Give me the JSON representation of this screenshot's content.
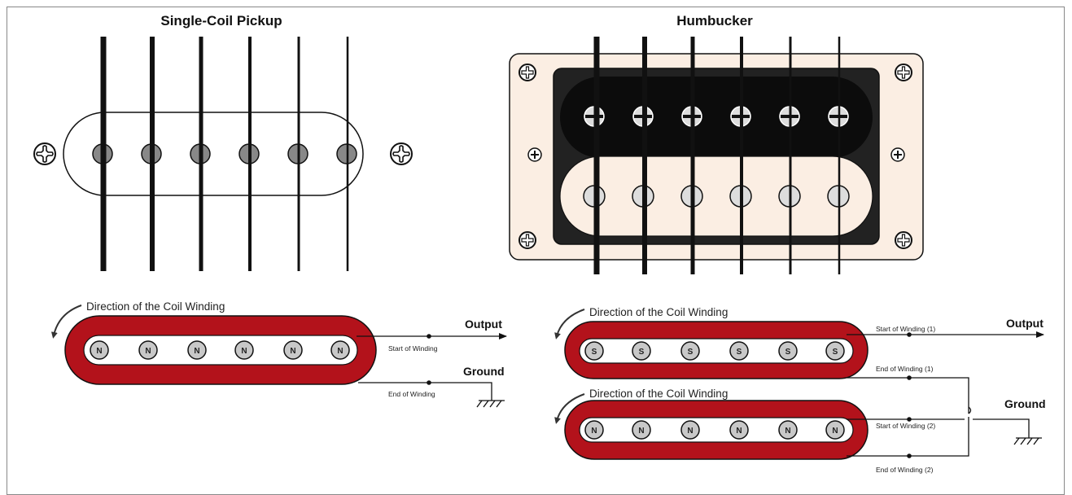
{
  "single_coil": {
    "title": "Single-Coil Pickup",
    "direction_label": "Direction of the Coil Winding",
    "output_label": "Output",
    "ground_label": "Ground",
    "start_label": "Start of Winding",
    "end_label": "End of Winding",
    "pole_labels": [
      "N",
      "N",
      "N",
      "N",
      "N",
      "N"
    ]
  },
  "humbucker": {
    "title": "Humbucker",
    "coil1": {
      "direction_label": "Direction of the Coil Winding",
      "start_label": "Start of Winding (1)",
      "end_label": "End of Winding (1)",
      "pole_labels": [
        "S",
        "S",
        "S",
        "S",
        "S",
        "S"
      ]
    },
    "coil2": {
      "direction_label": "Direction of the Coil Winding",
      "start_label": "Start of Winding (2)",
      "end_label": "End of Winding (2)",
      "pole_labels": [
        "N",
        "N",
        "N",
        "N",
        "N",
        "N"
      ]
    },
    "output_label": "Output",
    "ground_label": "Ground"
  },
  "colors": {
    "coil_red": "#b3121b",
    "humbucker_plate": "#fbeee3",
    "humbucker_cream": "#fbeee3",
    "humbucker_black": "#111111",
    "pole_gray": "#888888",
    "pole_light": "#dddddd"
  }
}
